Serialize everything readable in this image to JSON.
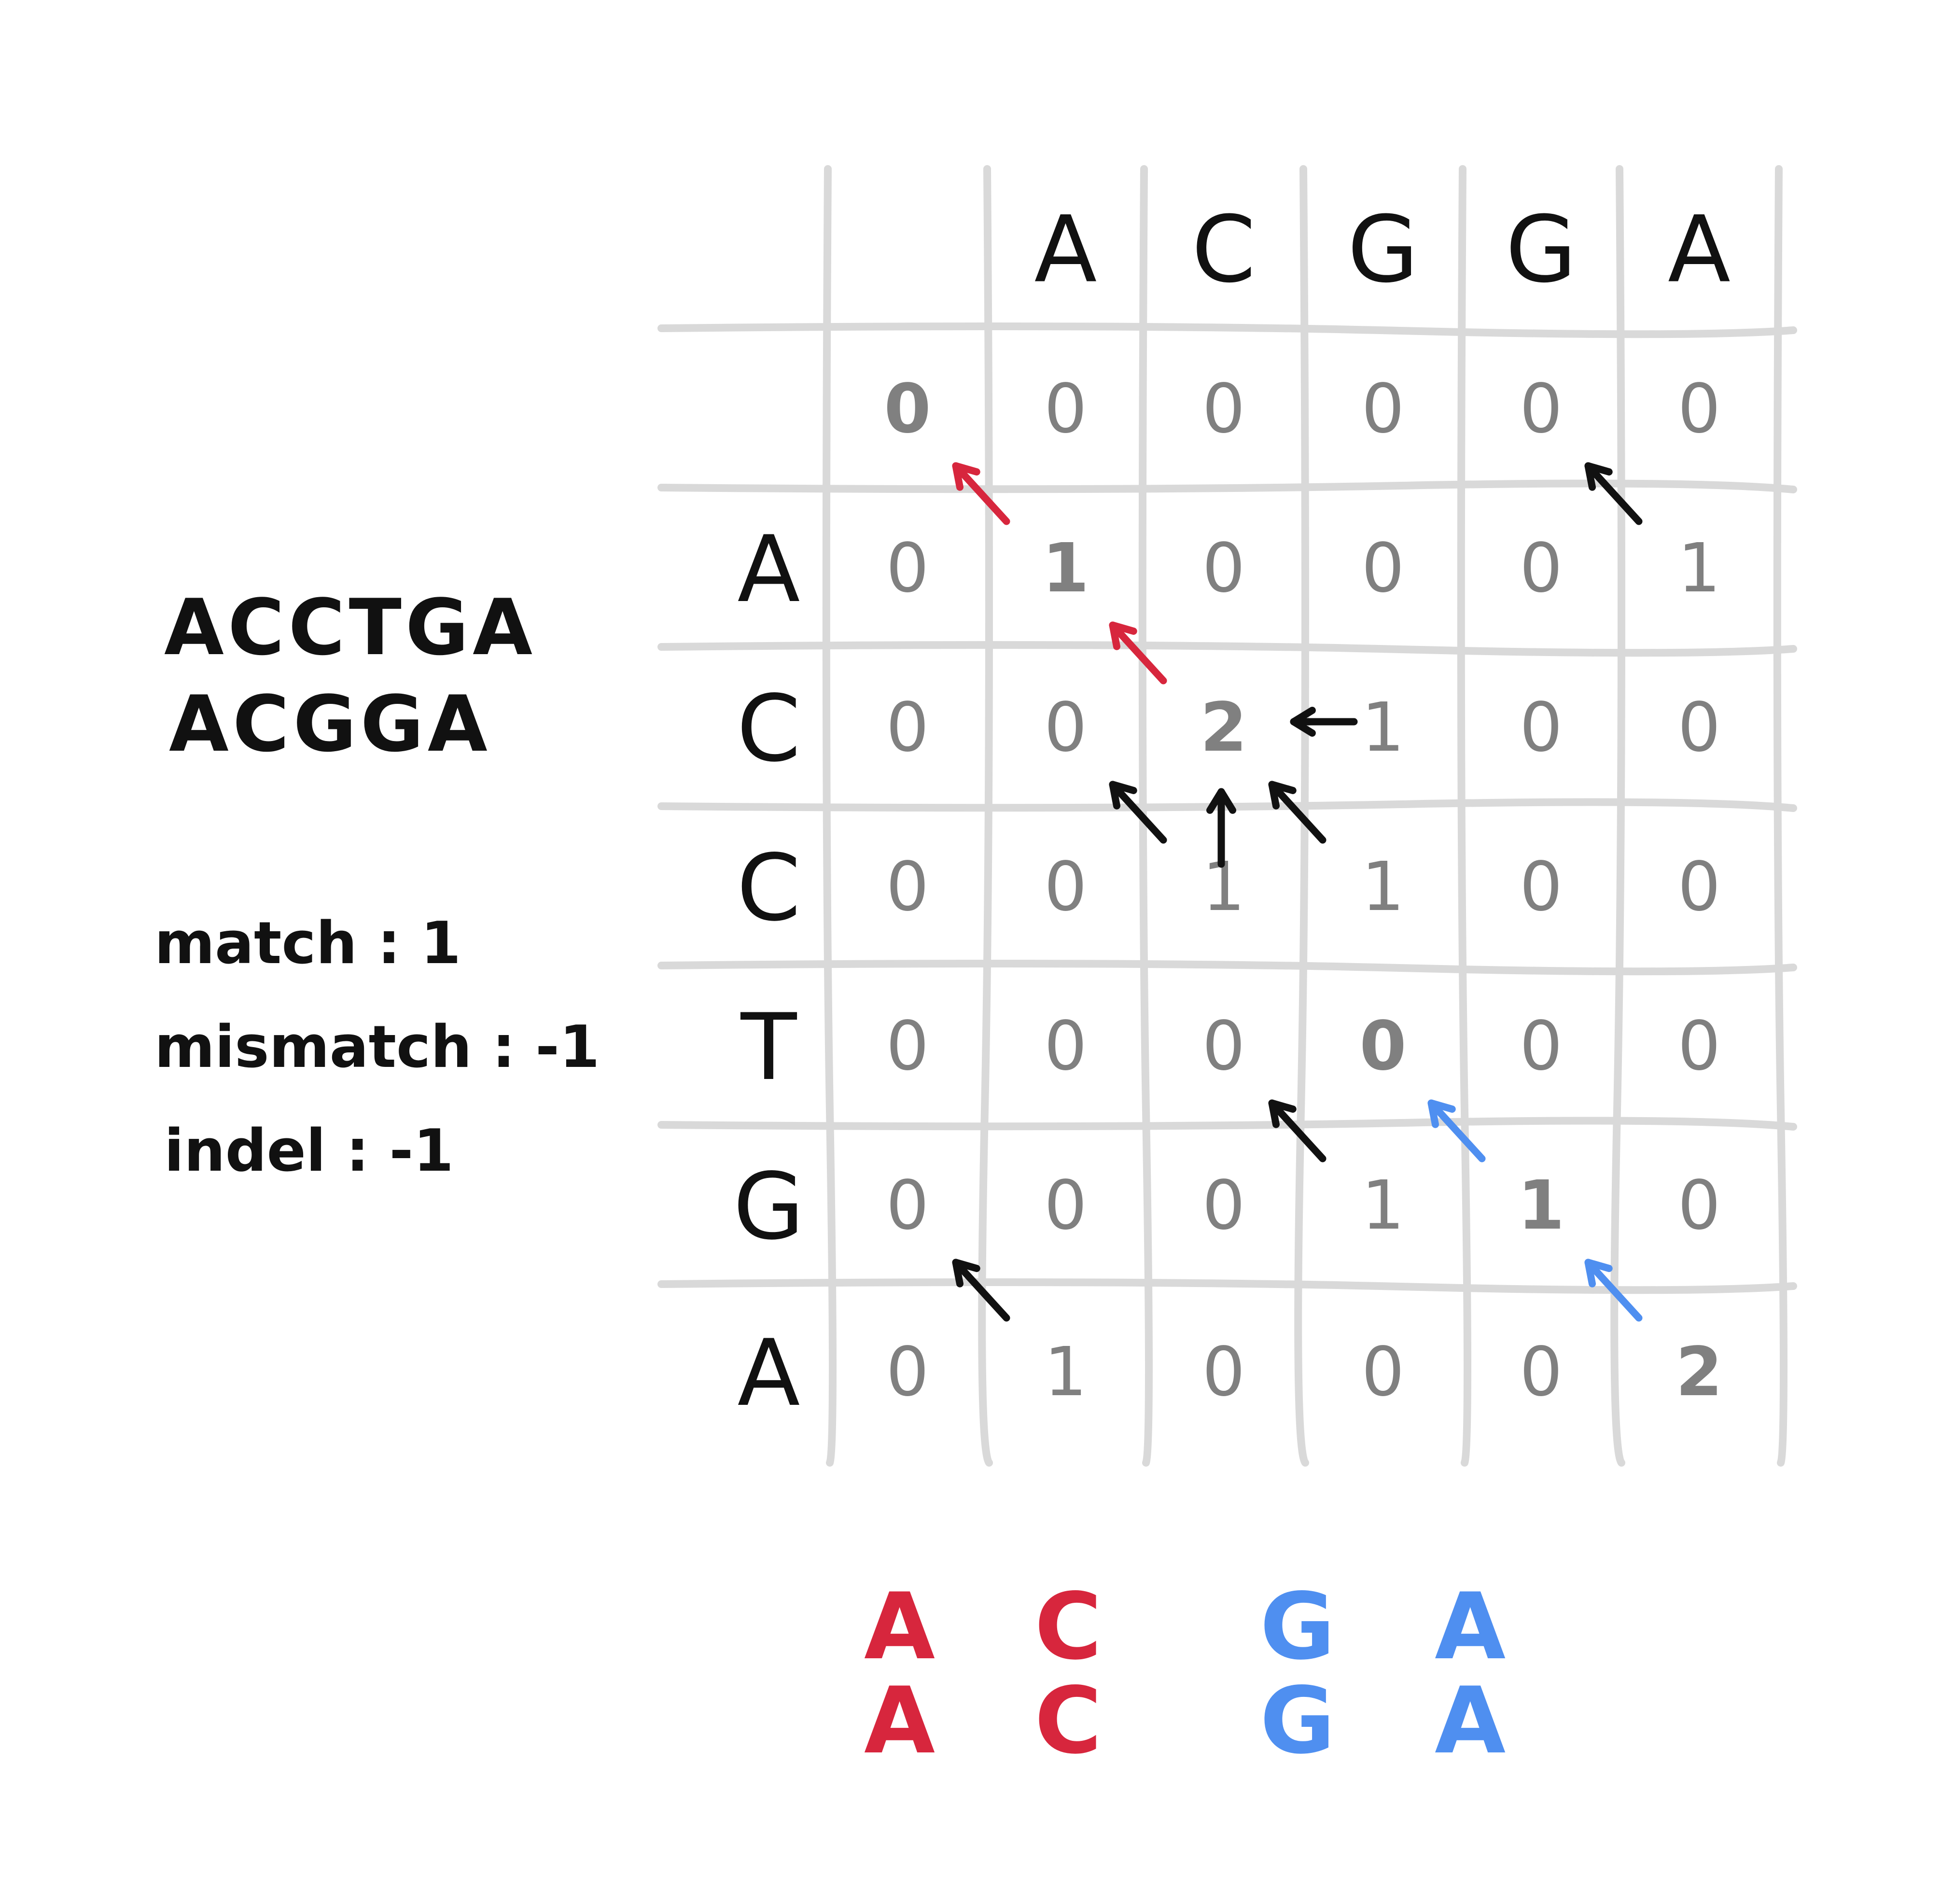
{
  "sequences": [
    "ACCTGA",
    "ACGGA"
  ],
  "scoring": {
    "match": "match : 1",
    "mismatch": "mismatch : -1",
    "indel": "indel : -1"
  },
  "matrix": {
    "col_headers": [
      "",
      "A",
      "C",
      "G",
      "G",
      "A"
    ],
    "row_headers": [
      "",
      "A",
      "C",
      "C",
      "T",
      "G",
      "A"
    ],
    "cells": [
      [
        "0",
        "0",
        "0",
        "0",
        "0",
        "0"
      ],
      [
        "0",
        "1",
        "0",
        "0",
        "0",
        "1"
      ],
      [
        "0",
        "0",
        "2",
        "1",
        "0",
        "0"
      ],
      [
        "0",
        "0",
        "1",
        "1",
        "0",
        "0"
      ],
      [
        "0",
        "0",
        "0",
        "0",
        "0",
        "0"
      ],
      [
        "0",
        "0",
        "0",
        "1",
        "1",
        "0"
      ],
      [
        "0",
        "1",
        "0",
        "0",
        "0",
        "2"
      ]
    ],
    "highlights": [
      {
        "row": 0,
        "col": 0,
        "color": "red"
      },
      {
        "row": 1,
        "col": 1,
        "color": "red"
      },
      {
        "row": 2,
        "col": 2,
        "color": "red"
      },
      {
        "row": 4,
        "col": 3,
        "color": "blue"
      },
      {
        "row": 5,
        "col": 4,
        "color": "blue"
      },
      {
        "row": 6,
        "col": 5,
        "color": "blue"
      }
    ],
    "arrows": [
      {
        "row": 1,
        "col": 1,
        "dir": "diag",
        "color": "red"
      },
      {
        "row": 2,
        "col": 2,
        "dir": "diag",
        "color": "red"
      },
      {
        "row": 1,
        "col": 5,
        "dir": "diag",
        "color": "black"
      },
      {
        "row": 2,
        "col": 3,
        "dir": "left",
        "color": "black"
      },
      {
        "row": 3,
        "col": 2,
        "dir": "diag",
        "color": "black"
      },
      {
        "row": 3,
        "col": 2,
        "dir": "up",
        "color": "black"
      },
      {
        "row": 3,
        "col": 3,
        "dir": "diag",
        "color": "black"
      },
      {
        "row": 5,
        "col": 3,
        "dir": "diag",
        "color": "black"
      },
      {
        "row": 5,
        "col": 4,
        "dir": "diag",
        "color": "blue"
      },
      {
        "row": 6,
        "col": 1,
        "dir": "diag",
        "color": "black"
      },
      {
        "row": 6,
        "col": 5,
        "dir": "diag",
        "color": "blue"
      }
    ]
  },
  "alignments": [
    {
      "color": "red",
      "top": "A C",
      "bottom": "A C"
    },
    {
      "color": "blue",
      "top": "G A",
      "bottom": "G A"
    }
  ],
  "colors": {
    "red": "#d7263d",
    "blue": "#4f8ff0",
    "black": "#111111",
    "gray": "#808080",
    "grid": "#d9d9d9"
  }
}
